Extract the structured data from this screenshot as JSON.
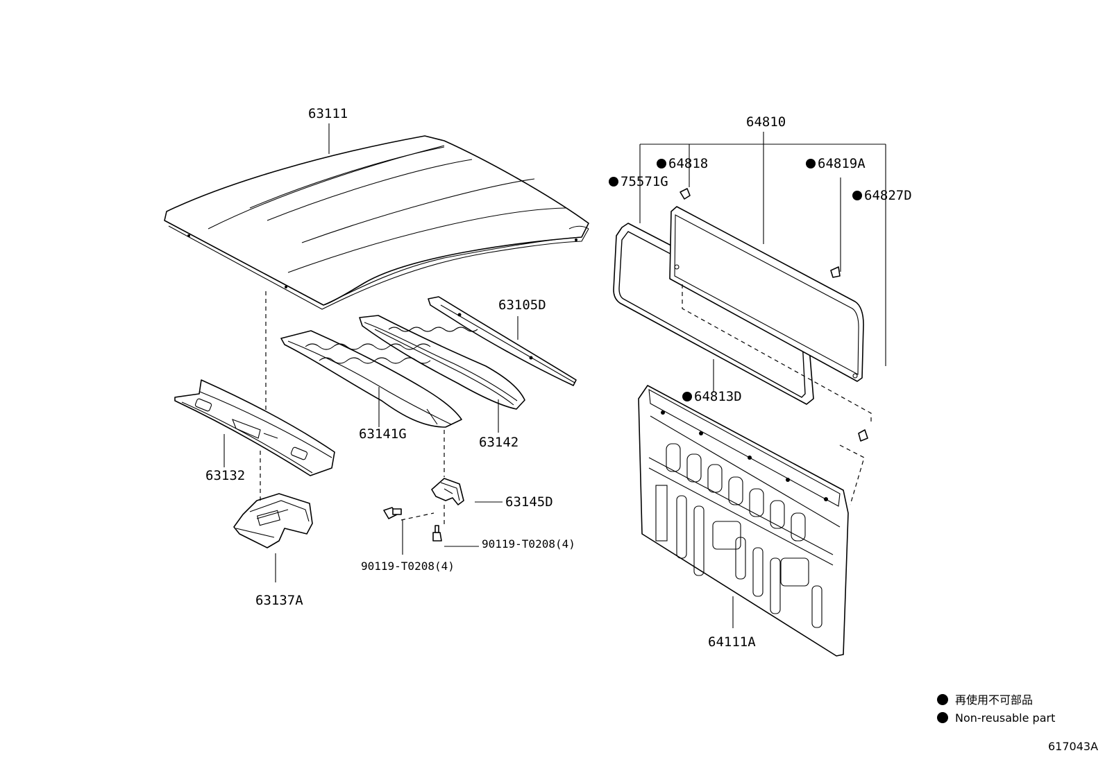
{
  "labels": {
    "l63111": "63111",
    "l63105D": "63105D",
    "l63141G": "63141G",
    "l63142": "63142",
    "l63132": "63132",
    "l63145D": "63145D",
    "l63137A": "63137A",
    "l90119a": "90119-T0208(4)",
    "l90119b": "90119-T0208(4)",
    "l64810": "64810",
    "l64818": "64818",
    "l64819A": "64819A",
    "l75571G": "75571G",
    "l64827D": "64827D",
    "l64813D": "64813D",
    "l64111A": "64111A"
  },
  "legend": {
    "jp": "再使用不可部品",
    "en": "Non-reusable part"
  },
  "diagram_id": "617043A"
}
